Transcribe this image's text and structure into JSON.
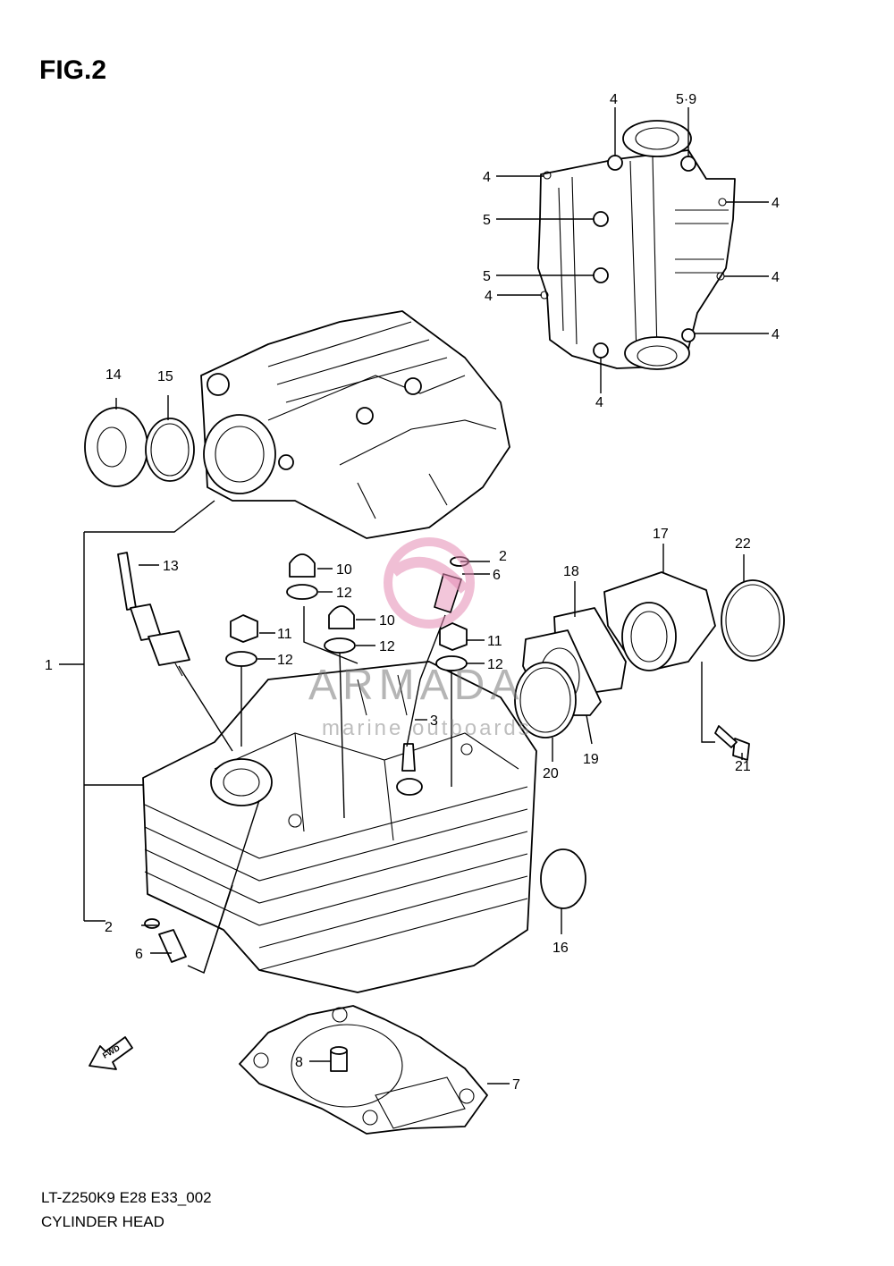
{
  "figure": {
    "title": "FIG.2",
    "drawing_code": "LT-Z250K9 E28 E33_002",
    "assembly_name": "CYLINDER HEAD",
    "fwd_label": "FWD"
  },
  "watermark": {
    "brand": "ARMADA",
    "tagline": "marine outboards",
    "accent_color": "#e58bb4"
  },
  "callouts": {
    "c1": "1",
    "c2a": "2",
    "c2b": "2",
    "c3": "3",
    "c4a": "4",
    "c4b": "4",
    "c4c": "4",
    "c4d": "4",
    "c4e": "4",
    "c4f": "4",
    "c4g": "4",
    "c59": "5·9",
    "c5a": "5",
    "c5b": "5",
    "c6a": "6",
    "c6b": "6",
    "c7": "7",
    "c8": "8",
    "c10a": "10",
    "c10b": "10",
    "c11a": "11",
    "c11b": "11",
    "c12a": "12",
    "c12b": "12",
    "c12c": "12",
    "c12d": "12",
    "c13": "13",
    "c14": "14",
    "c15": "15",
    "c16": "16",
    "c17": "17",
    "c18": "18",
    "c19": "19",
    "c20": "20",
    "c21": "21",
    "c22": "22"
  }
}
